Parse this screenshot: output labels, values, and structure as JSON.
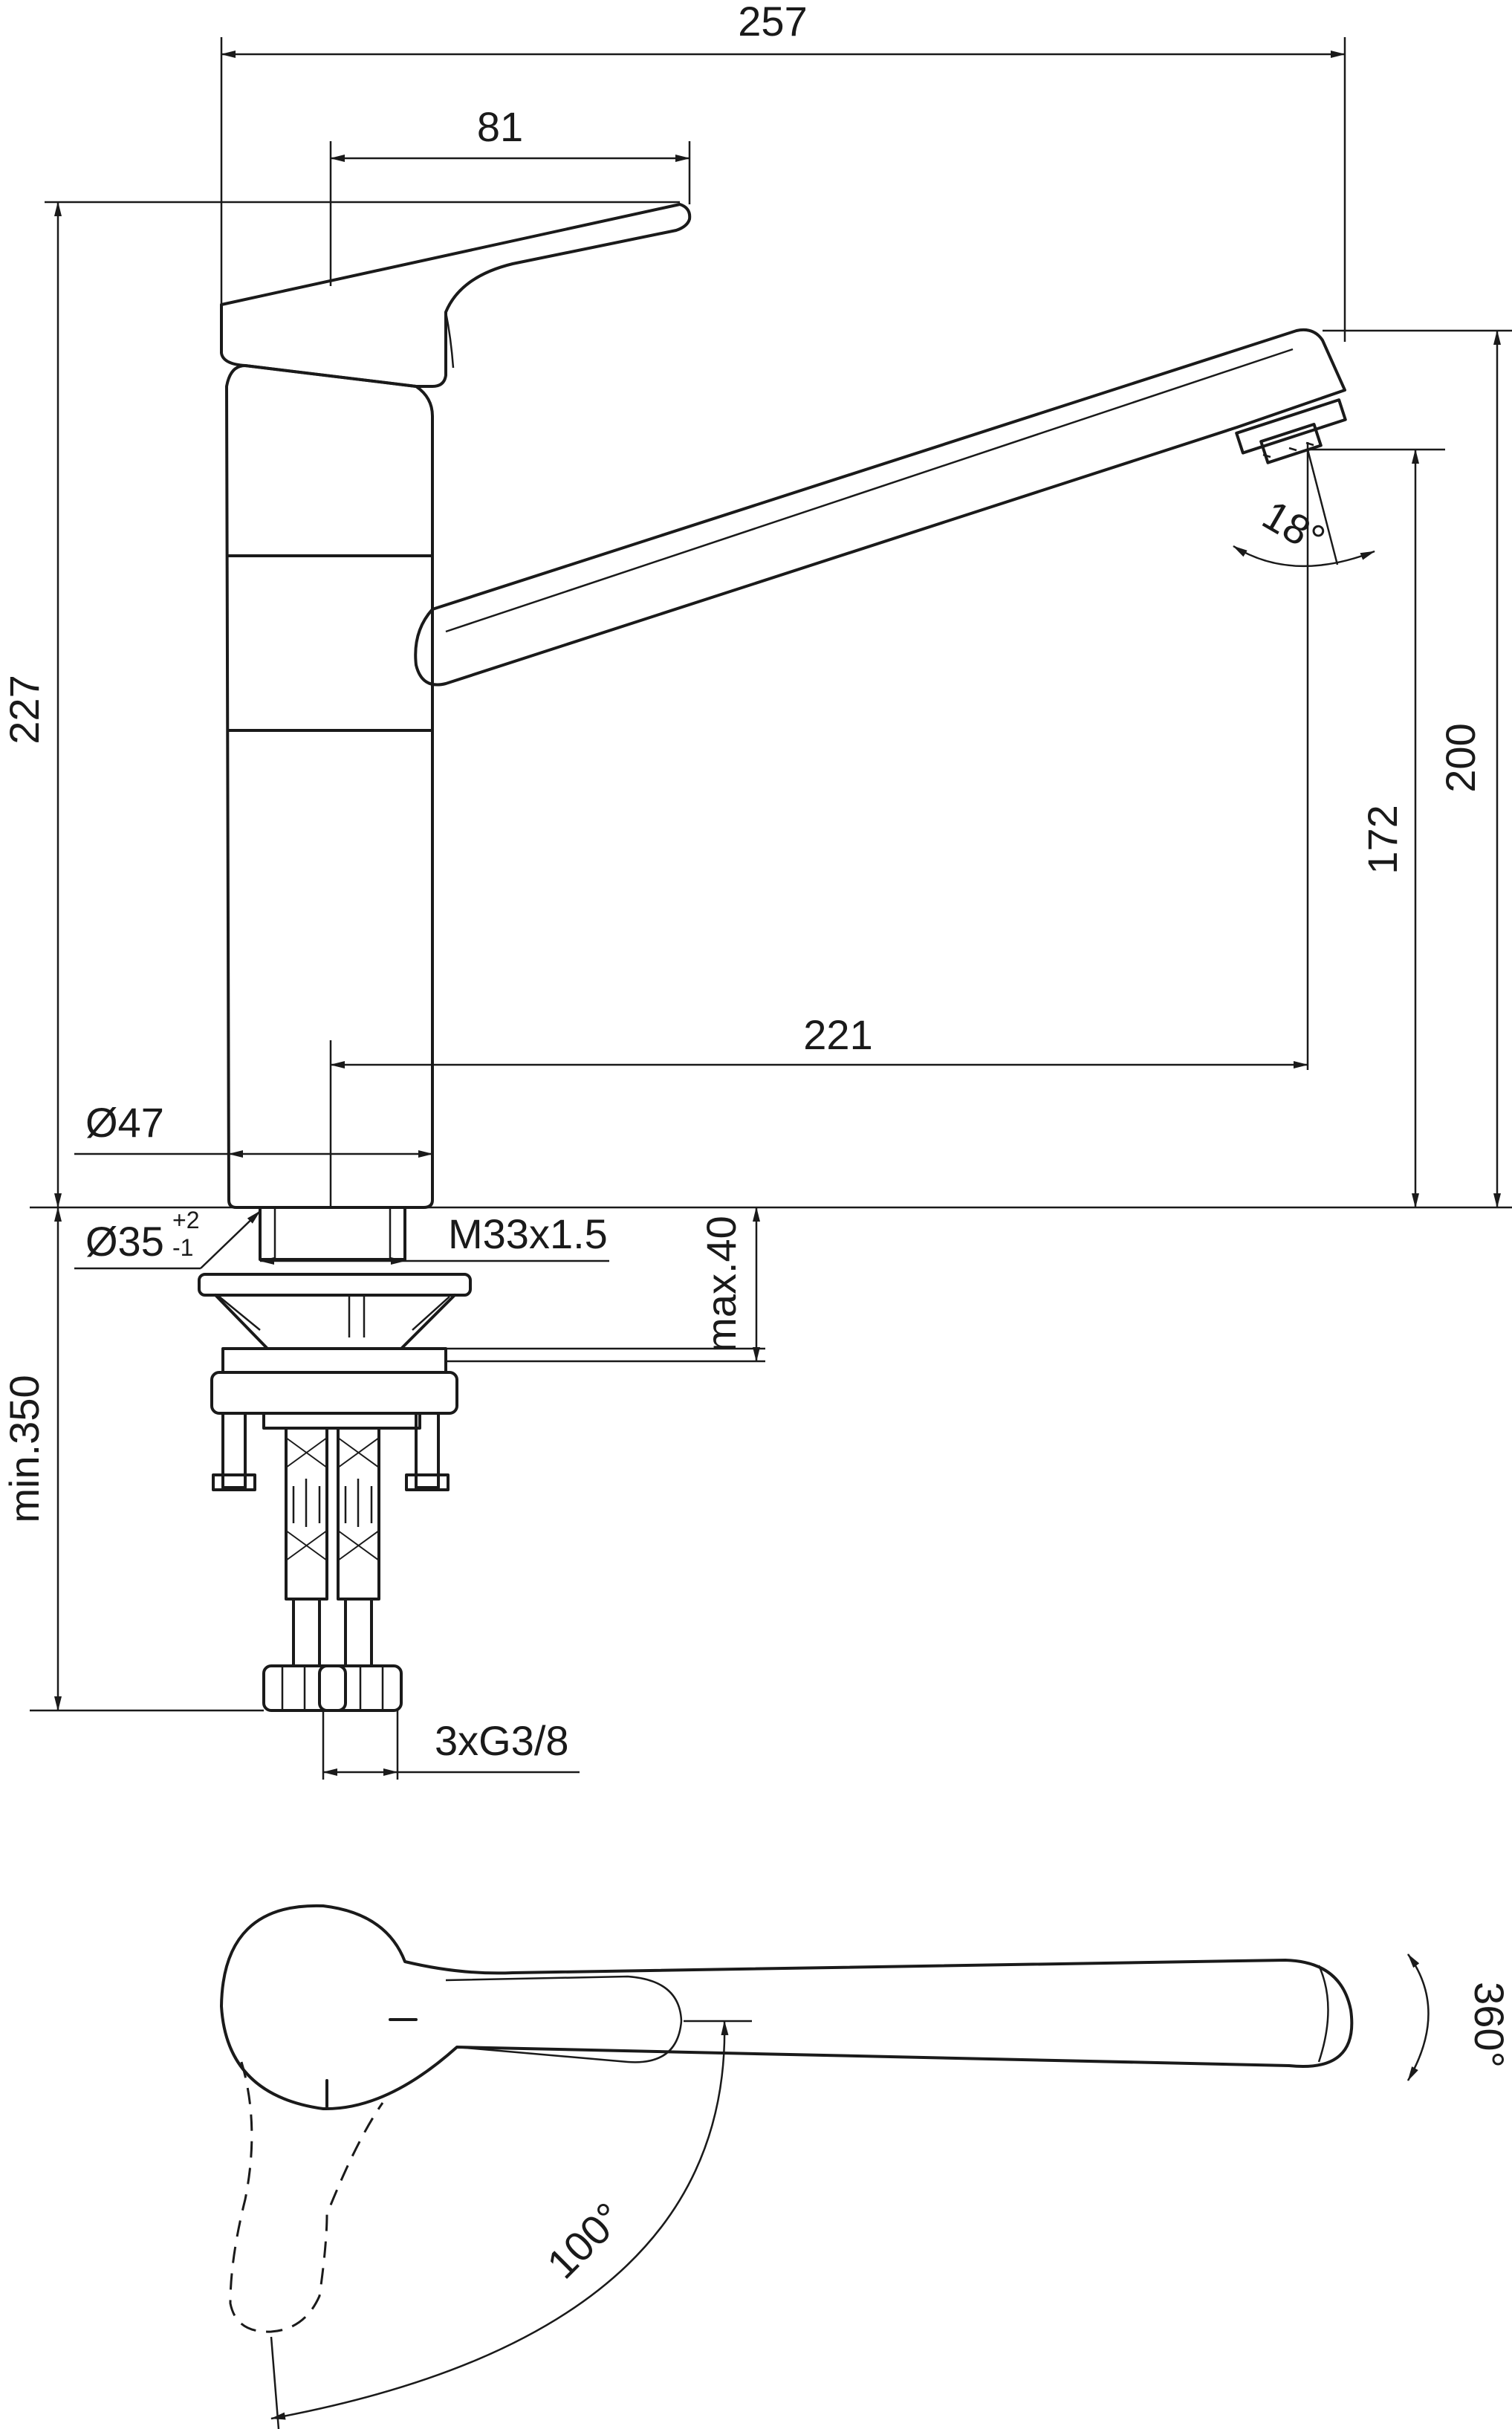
{
  "dimensions": {
    "overall_width": "257",
    "lever_length": "81",
    "total_height": "227",
    "aerator_height": "200",
    "spout_clearance": "172",
    "spout_reach": "221",
    "body_diameter": "Ø47",
    "hole_diameter": "Ø35",
    "hole_tolerance_upper": "+2",
    "hole_tolerance_lower": "-1",
    "thread": "M33x1.5",
    "max_deck_thickness": "max.40",
    "min_hose_length": "min.350",
    "connections": "3xG3/8",
    "spout_angle": "18°",
    "swivel_angle": "360°",
    "lever_angle": "100°"
  }
}
